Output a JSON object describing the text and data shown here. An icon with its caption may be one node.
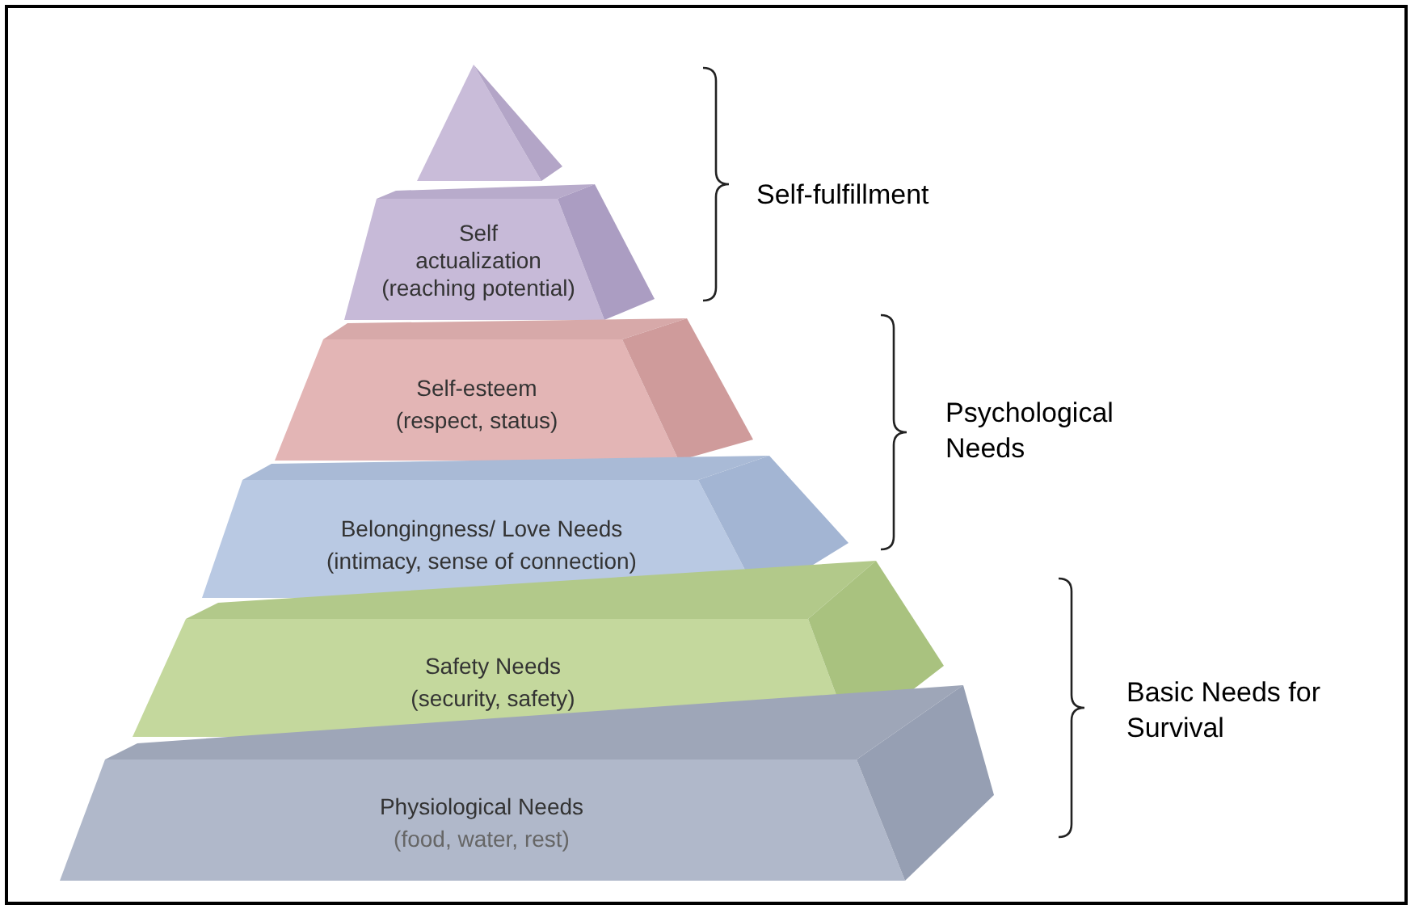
{
  "diagram": {
    "nodes": [
      {
        "text": [],
        "shape": "triangle"
      },
      {
        "text": [
          "Self actualization",
          "(reaching potential)"
        ]
      },
      {
        "text": [
          "Self-esteem",
          "(respect, status)"
        ]
      },
      {
        "text": [
          "Belongingness/ Love Needs",
          "(intimacy, sense of connection)"
        ]
      },
      {
        "text": [
          "Safety Needs",
          "(security, safety)"
        ]
      },
      {
        "text": [
          "Physiological Needs",
          "(food, water, rest)"
        ]
      }
    ],
    "labels": [
      "Self-fulfillment",
      "Psychological Needs",
      "Basic Needs for Survival"
    ]
  }
}
